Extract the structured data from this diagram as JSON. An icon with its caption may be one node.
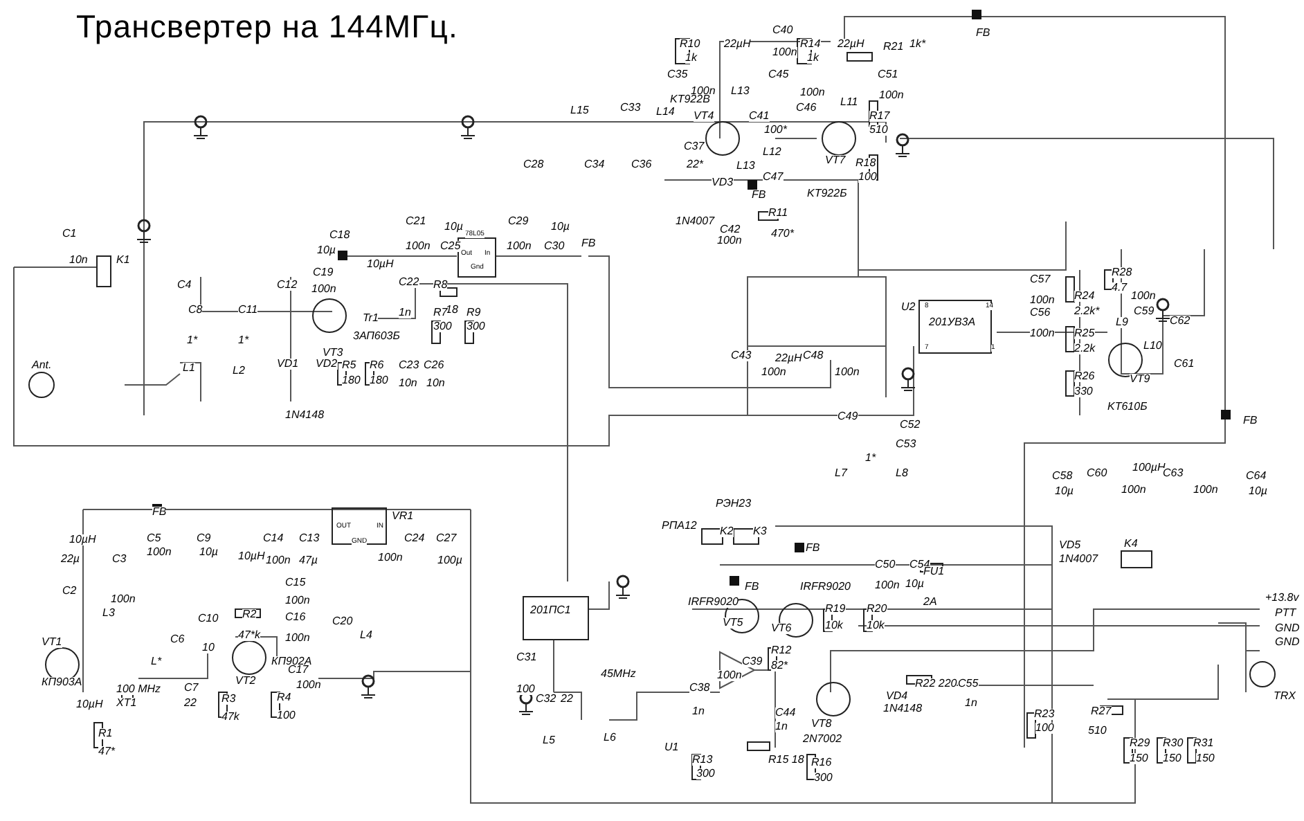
{
  "diagram": {
    "title": "Трансвертер на 144МГц.",
    "labels": [
      "L15",
      "C33",
      "C28",
      "C34",
      "C36",
      "FB",
      "R10",
      "1k",
      "22µH",
      "C40",
      "100n",
      "R14",
      "1k",
      "22µH",
      "R21",
      "1k*",
      "C35",
      "100n",
      "L13",
      "C45",
      "100n",
      "C51",
      "100n",
      "KT922B",
      "L14",
      "VT4",
      "C41",
      "100*",
      "C46",
      "L11",
      "R17",
      "510",
      "C37",
      "22*",
      "L12",
      "L13",
      "C47",
      "VT7",
      "R18",
      "100",
      "KT922Б",
      "VD3",
      "FB",
      "1N4007",
      "R11",
      "C42",
      "470*",
      "100n",
      "C1",
      "10n",
      "K1",
      "C18",
      "10µ",
      "10µH",
      "C19",
      "100n",
      "C21",
      "100n",
      "10µ",
      "C25",
      "78L05",
      "Out",
      "In",
      "Gnd",
      "C29",
      "100n",
      "10µ",
      "C30",
      "FB",
      "C4",
      "C12",
      "C8",
      "C11",
      "C22",
      "R8",
      "1n",
      "18",
      "R7",
      "300",
      "R9",
      "300",
      "1*",
      "1*",
      "Tr1",
      "3АП603Б",
      "VT3",
      "Ant.",
      "L1",
      "L2",
      "VD1",
      "VD2",
      "R5",
      "180",
      "R6",
      "180",
      "C23",
      "10n",
      "C26",
      "10n",
      "1N4148",
      "U2",
      "201УВ3А",
      "8",
      "14",
      "7",
      "1",
      "C57",
      "100n",
      "C56",
      "100n",
      "R24",
      "2.2k*",
      "R25",
      "2.2k",
      "R26",
      "330",
      "C43",
      "22µH",
      "C48",
      "100n",
      "100n",
      "R28",
      "4.7",
      "100n",
      "C59",
      "L9",
      "C62",
      "L10",
      "C61",
      "VT9",
      "KT610Б",
      "FB",
      "C49",
      "C52",
      "1*",
      "C53",
      "L7",
      "L8",
      "РЭН23",
      "РПА12",
      "C58",
      "10µ",
      "C60",
      "100n",
      "100µH",
      "C63",
      "100n",
      "C64",
      "10µ",
      "K2",
      "K3",
      "FB",
      "FB",
      "IRFR9020",
      "IRFR9020",
      "VT5",
      "VT6",
      "R19",
      "10k",
      "R20",
      "10k",
      "C50",
      "100n",
      "C54",
      "10µ",
      "FU1",
      "2A",
      "VD5",
      "1N4007",
      "K4",
      "+13.8v",
      "PTT",
      "GND",
      "GND",
      "R12",
      "82*",
      "C39",
      "100n",
      "R22 220",
      "C55",
      "1n",
      "VD4",
      "1N4148",
      "C38",
      "1n",
      "C44",
      "1n",
      "VT8",
      "2N7002",
      "TRX",
      "R23",
      "100",
      "R27",
      "510",
      "R29",
      "150",
      "R30",
      "150",
      "R31",
      "150",
      "U1",
      "R13",
      "300",
      "R15 18",
      "R16",
      "300",
      "FB",
      "VR1",
      "OUT",
      "IN",
      "10µH",
      "C5",
      "C9",
      "C14",
      "C13",
      "GND",
      "C24",
      "C27",
      "22µ",
      "C3",
      "100n",
      "10µ",
      "10µH",
      "100n",
      "47µ",
      "100n",
      "100µ",
      "C15",
      "C2",
      "100n",
      "100n",
      "L3",
      "C10",
      "R2",
      "C16",
      "C20",
      "VT1",
      "C6",
      "10",
      "47*k",
      "100n",
      "L4",
      "L*",
      "КП902А",
      "C17",
      "КП903А",
      "100 MHz",
      "C7",
      "VT2",
      "100n",
      "10µH",
      "XT1",
      "22",
      "R3",
      "R4",
      "47k",
      "100",
      "R1",
      "47*",
      "201ПС1",
      "C31",
      "100",
      "C32",
      "22",
      "45MHz",
      "L5",
      "L6"
    ]
  }
}
